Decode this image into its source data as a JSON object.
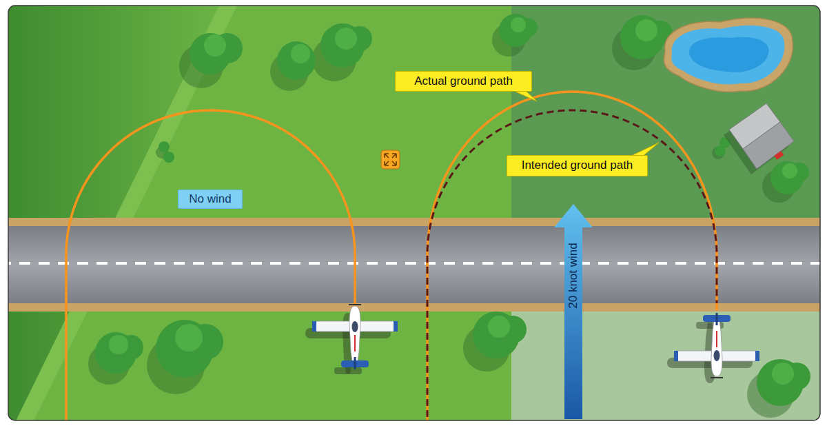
{
  "diagram": {
    "nodes": [
      {
        "text": [
          "Actual ground path"
        ]
      },
      {
        "text": [
          "Intended ground path"
        ]
      },
      {
        "text": [
          "No wind"
        ]
      },
      {
        "text": [
          "20 knot wind"
        ]
      }
    ]
  }
}
